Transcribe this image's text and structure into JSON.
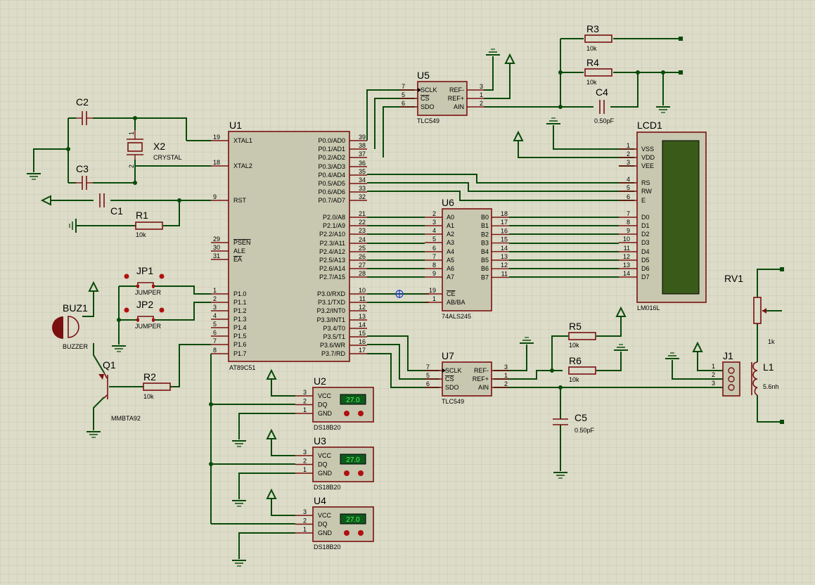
{
  "components": {
    "U1": {
      "ref": "U1",
      "part": "AT89C51",
      "left_pins": [
        {
          "num": "19",
          "name": "XTAL1"
        },
        {
          "num": "18",
          "name": "XTAL2"
        },
        {
          "num": "9",
          "name": "RST"
        },
        {
          "num": "29",
          "name": "PSEN"
        },
        {
          "num": "30",
          "name": "ALE"
        },
        {
          "num": "31",
          "name": "EA"
        },
        {
          "num": "1",
          "name": "P1.0"
        },
        {
          "num": "2",
          "name": "P1.1"
        },
        {
          "num": "3",
          "name": "P1.2"
        },
        {
          "num": "4",
          "name": "P1.3"
        },
        {
          "num": "5",
          "name": "P1.4"
        },
        {
          "num": "6",
          "name": "P1.5"
        },
        {
          "num": "7",
          "name": "P1.6"
        },
        {
          "num": "8",
          "name": "P1.7"
        }
      ],
      "right_pins": [
        {
          "num": "39",
          "name": "P0.0/AD0"
        },
        {
          "num": "38",
          "name": "P0.1/AD1"
        },
        {
          "num": "37",
          "name": "P0.2/AD2"
        },
        {
          "num": "36",
          "name": "P0.3/AD3"
        },
        {
          "num": "35",
          "name": "P0.4/AD4"
        },
        {
          "num": "34",
          "name": "P0.5/AD5"
        },
        {
          "num": "33",
          "name": "P0.6/AD6"
        },
        {
          "num": "32",
          "name": "P0.7/AD7"
        },
        {
          "num": "21",
          "name": "P2.0/A8"
        },
        {
          "num": "22",
          "name": "P2.1/A9"
        },
        {
          "num": "23",
          "name": "P2.2/A10"
        },
        {
          "num": "24",
          "name": "P2.3/A11"
        },
        {
          "num": "25",
          "name": "P2.4/A12"
        },
        {
          "num": "26",
          "name": "P2.5/A13"
        },
        {
          "num": "27",
          "name": "P2.6/A14"
        },
        {
          "num": "28",
          "name": "P2.7/A15"
        },
        {
          "num": "10",
          "name": "P3.0/RXD"
        },
        {
          "num": "11",
          "name": "P3.1/TXD"
        },
        {
          "num": "12",
          "name": "P3.2/INT0"
        },
        {
          "num": "13",
          "name": "P3.3/INT1"
        },
        {
          "num": "14",
          "name": "P3.4/T0"
        },
        {
          "num": "15",
          "name": "P3.5/T1"
        },
        {
          "num": "16",
          "name": "P3.6/WR"
        },
        {
          "num": "17",
          "name": "P3.7/RD"
        }
      ]
    },
    "U5": {
      "ref": "U5",
      "part": "TLC549",
      "left_pins": [
        {
          "num": "7",
          "name": "SCLK"
        },
        {
          "num": "5",
          "name": "CS"
        },
        {
          "num": "6",
          "name": "SDO"
        }
      ],
      "right_pins": [
        {
          "num": "3",
          "name": "REF-"
        },
        {
          "num": "1",
          "name": "REF+"
        },
        {
          "num": "2",
          "name": "AIN"
        }
      ]
    },
    "U7": {
      "ref": "U7",
      "part": "TLC549",
      "left_pins": [
        {
          "num": "7",
          "name": "SCLK"
        },
        {
          "num": "5",
          "name": "CS"
        },
        {
          "num": "6",
          "name": "SDO"
        }
      ],
      "right_pins": [
        {
          "num": "3",
          "name": "REF-"
        },
        {
          "num": "1",
          "name": "REF+"
        },
        {
          "num": "2",
          "name": "AIN"
        }
      ]
    },
    "U6": {
      "ref": "U6",
      "part": "74ALS245",
      "left_pins": [
        {
          "num": "2",
          "name": "A0"
        },
        {
          "num": "3",
          "name": "A1"
        },
        {
          "num": "4",
          "name": "A2"
        },
        {
          "num": "5",
          "name": "A3"
        },
        {
          "num": "6",
          "name": "A4"
        },
        {
          "num": "7",
          "name": "A5"
        },
        {
          "num": "8",
          "name": "A6"
        },
        {
          "num": "9",
          "name": "A7"
        },
        {
          "num": "19",
          "name": "CE"
        },
        {
          "num": "1",
          "name": "AB/BA"
        }
      ],
      "right_pins": [
        {
          "num": "18",
          "name": "B0"
        },
        {
          "num": "17",
          "name": "B1"
        },
        {
          "num": "16",
          "name": "B2"
        },
        {
          "num": "15",
          "name": "B3"
        },
        {
          "num": "14",
          "name": "B4"
        },
        {
          "num": "13",
          "name": "B5"
        },
        {
          "num": "12",
          "name": "B6"
        },
        {
          "num": "11",
          "name": "B7"
        }
      ]
    },
    "LCD1": {
      "ref": "LCD1",
      "part": "LM016L",
      "pins": [
        {
          "num": "1",
          "name": "VSS"
        },
        {
          "num": "2",
          "name": "VDD"
        },
        {
          "num": "3",
          "name": "VEE"
        },
        {
          "num": "4",
          "name": "RS"
        },
        {
          "num": "5",
          "name": "RW"
        },
        {
          "num": "6",
          "name": "E"
        },
        {
          "num": "7",
          "name": "D0"
        },
        {
          "num": "8",
          "name": "D1"
        },
        {
          "num": "9",
          "name": "D2"
        },
        {
          "num": "10",
          "name": "D3"
        },
        {
          "num": "11",
          "name": "D4"
        },
        {
          "num": "12",
          "name": "D5"
        },
        {
          "num": "13",
          "name": "D6"
        },
        {
          "num": "14",
          "name": "D7"
        }
      ]
    },
    "sensors": [
      {
        "ref": "U2",
        "part": "DS18B20",
        "reading": "27.0"
      },
      {
        "ref": "U3",
        "part": "DS18B20",
        "reading": "27.0"
      },
      {
        "ref": "U4",
        "part": "DS18B20",
        "reading": "27.0"
      }
    ],
    "sensor_pins": [
      {
        "num": "3",
        "name": "VCC"
      },
      {
        "num": "2",
        "name": "DQ"
      },
      {
        "num": "1",
        "name": "GND"
      }
    ],
    "X2": {
      "ref": "X2",
      "part": "CRYSTAL",
      "pin1": "1",
      "pin2": "2"
    },
    "C1": {
      "ref": "C1"
    },
    "C2": {
      "ref": "C2"
    },
    "C3": {
      "ref": "C3"
    },
    "C4": {
      "ref": "C4",
      "value": "0.50pF"
    },
    "C5": {
      "ref": "C5",
      "value": "0.50pF"
    },
    "R1": {
      "ref": "R1",
      "value": "10k"
    },
    "R2": {
      "ref": "R2",
      "value": "10k"
    },
    "R3": {
      "ref": "R3",
      "value": "10k"
    },
    "R4": {
      "ref": "R4",
      "value": "10k"
    },
    "R5": {
      "ref": "R5",
      "value": "10k"
    },
    "R6": {
      "ref": "R6",
      "value": "10k"
    },
    "JP1": {
      "ref": "JP1",
      "part": "JUMPER"
    },
    "JP2": {
      "ref": "JP2",
      "part": "JUMPER"
    },
    "BUZ1": {
      "ref": "BUZ1",
      "part": "BUZZER"
    },
    "Q1": {
      "ref": "Q1",
      "part": "MMBTA92"
    },
    "RV1": {
      "ref": "RV1",
      "value": "1k"
    },
    "L1": {
      "ref": "L1",
      "value": "5.6nh"
    },
    "J1": {
      "ref": "J1",
      "pins": [
        "1",
        "2",
        "3"
      ]
    }
  },
  "colors": {
    "background": "#dcdcc8",
    "grid": "#c9c9b4",
    "wire": "#0a4a0a",
    "body": "#c8c8b0",
    "outline": "#7a1010",
    "lcd_screen": "#3a5a1a",
    "sensor_display": "#0e5a1e",
    "sensor_digits": "#50ff50"
  }
}
